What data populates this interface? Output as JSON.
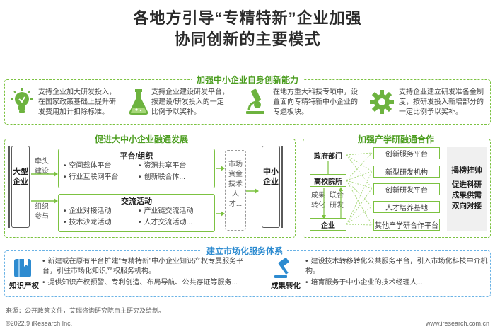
{
  "title": {
    "line1": "各地方引导“专精特新”企业加强",
    "line2": "协同创新的主要模式"
  },
  "section1": {
    "title": "加强中小企业自身创新能力",
    "items": [
      {
        "icon": "lightbulb-icon",
        "text": "支持企业加大研发投入，在国家政策基础上提升研发费用加计扣除标准。"
      },
      {
        "icon": "flask-icon",
        "text": "支持企业建设研发平台，按建设/研发投入的一定比例予以奖补。"
      },
      {
        "icon": "microscope-icon",
        "text": "在地方重大科技专项中，设置面向专精特新中小企业的专题板块。"
      },
      {
        "icon": "gear-icon",
        "text": "支持企业建立研发准备金制度，按研发投入新增部分的一定比例予以奖补。"
      }
    ]
  },
  "section2": {
    "title": "促进大中小企业融通发展",
    "large_label": "大型企业",
    "small_label": "中小企业",
    "lead_label": "牵头建设",
    "join_label": "组织参与",
    "platform": {
      "title": "平台/组织",
      "items": [
        "空间载体平台",
        "资源共享平台",
        "行业互联网平台",
        "创新联合体..."
      ]
    },
    "activity": {
      "title": "交流活动",
      "items": [
        "企业对接活动",
        "产业链交流活动",
        "技术沙龙活动",
        "人才交流活动..."
      ]
    },
    "flow_label": "市场资金技术人才..."
  },
  "section3": {
    "title": "加强产学研融通合作",
    "left_nodes": [
      "政府部门",
      "高校院所",
      "企业"
    ],
    "results_label": "成果转化",
    "joint_label": "联合研发",
    "right_nodes": [
      "创新服务平台",
      "新型研发机构",
      "创新研发平台",
      "人才培养基地",
      "其他产学研合作平台"
    ],
    "side_title": "揭榜挂帅",
    "side_text": "促进科研成果供需双向对接"
  },
  "section4": {
    "title": "建立市场化服务体系",
    "ip_label": "知识产权",
    "ip_items": [
      "新建或在原有平台扩建“专精特新”中小企业知识产权专属服务平台，引驻市场化知识产权服务机构。",
      "提供知识产权预警、专利创造、布局导航、公共存证等服务..."
    ],
    "tt_label": "成果转化",
    "tt_items": [
      "建设技术转移转化公共服务平台，引入市场化科技中介机构。",
      "培育服务于中小企业的技术经理人..."
    ]
  },
  "footer": {
    "source": "来源：公开政策文件，艾瑞咨询研究院自主研究及绘制。",
    "copyright": "©2022.9 iResearch Inc.",
    "website": "www.iresearch.com.cn"
  },
  "colors": {
    "green": "#7cc241",
    "green_text": "#4b9d1f",
    "blue": "#2d8bd0",
    "dark": "#5a5a5a"
  }
}
